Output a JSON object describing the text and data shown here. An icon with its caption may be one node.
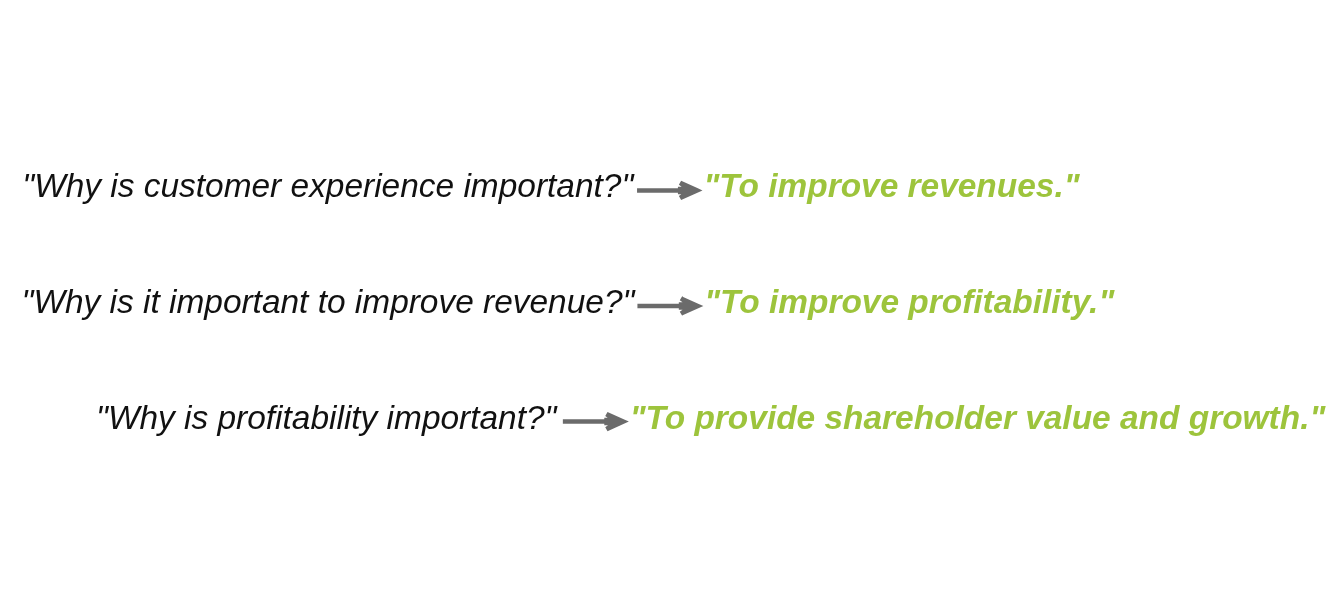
{
  "diagram": {
    "nodes": [
      {
        "text": [
          "\"Why is customer experience important?\""
        ]
      },
      {
        "text": [
          "\"To improve revenues.\""
        ]
      },
      {
        "text": [
          "\"Why is it important to improve revenue?\""
        ]
      },
      {
        "text": [
          "\"To improve profitability.\""
        ]
      },
      {
        "text": [
          "\"Why is profitability important?\""
        ]
      },
      {
        "text": [
          "\"To provide shareholder value and growth.\""
        ]
      }
    ],
    "edges": [
      {
        "from": 0,
        "to": 1,
        "arrow": "to"
      },
      {
        "from": 2,
        "to": 3,
        "arrow": "to"
      },
      {
        "from": 4,
        "to": 5,
        "arrow": "to"
      }
    ]
  }
}
